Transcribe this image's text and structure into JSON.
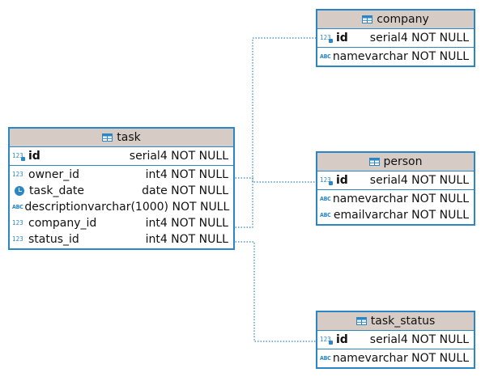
{
  "colors": {
    "border": "#2b86c5",
    "header": "#d6ccc5",
    "connector": "#2b86c5"
  },
  "tables": {
    "company": {
      "title": "company",
      "icon": "table-icon",
      "pk": [
        {
          "name": "id",
          "type": "serial4 NOT NULL",
          "icon": "int-key-icon"
        }
      ],
      "cols": [
        {
          "name": "name",
          "type": "varchar NOT NULL",
          "icon": "text-icon"
        }
      ]
    },
    "task": {
      "title": "task",
      "icon": "table-icon",
      "pk": [
        {
          "name": "id",
          "type": "serial4 NOT NULL",
          "icon": "int-key-icon"
        }
      ],
      "cols": [
        {
          "name": "owner_id",
          "type": "int4 NOT NULL",
          "icon": "int-icon"
        },
        {
          "name": "task_date",
          "type": "date NOT NULL",
          "icon": "clock-icon"
        },
        {
          "name": "description",
          "type": "varchar(1000) NOT NULL",
          "icon": "text-icon"
        },
        {
          "name": "company_id",
          "type": "int4 NOT NULL",
          "icon": "int-icon"
        },
        {
          "name": "status_id",
          "type": "int4 NOT NULL",
          "icon": "int-icon"
        }
      ]
    },
    "person": {
      "title": "person",
      "icon": "table-icon",
      "pk": [
        {
          "name": "id",
          "type": "serial4 NOT NULL",
          "icon": "int-key-icon"
        }
      ],
      "cols": [
        {
          "name": "name",
          "type": "varchar NOT NULL",
          "icon": "text-icon"
        },
        {
          "name": "email",
          "type": "varchar NOT NULL",
          "icon": "text-icon"
        }
      ]
    },
    "task_status": {
      "title": "task_status",
      "icon": "table-icon",
      "pk": [
        {
          "name": "id",
          "type": "serial4 NOT NULL",
          "icon": "int-key-icon"
        }
      ],
      "cols": [
        {
          "name": "name",
          "type": "varchar NOT NULL",
          "icon": "text-icon"
        }
      ]
    }
  },
  "icon_text": {
    "int": "123",
    "text": "ABC"
  }
}
